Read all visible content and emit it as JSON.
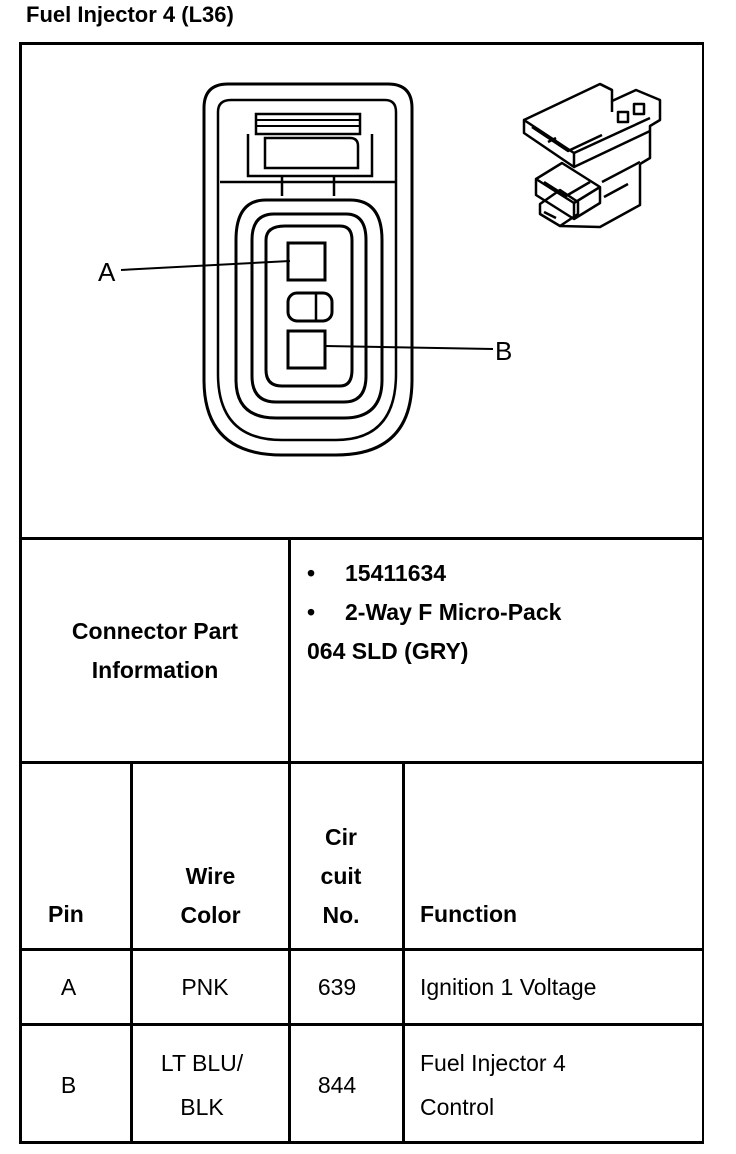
{
  "title": "Fuel Injector 4 (L36)",
  "diagram": {
    "pin_label_a": "A",
    "pin_label_b": "B"
  },
  "connector_info": {
    "label_line1": "Connector Part",
    "label_line2": "Information",
    "part_number": "15411634",
    "description": "2-Way F Micro-Pack",
    "terminal_info": "064 SLD (GRY)"
  },
  "table": {
    "headers": {
      "pin": "Pin",
      "wire_color_line1": "Wire",
      "wire_color_line2": "Color",
      "circuit_line1": "Cir",
      "circuit_line2": "cuit",
      "circuit_line3": "No.",
      "function": "Function"
    },
    "rows": [
      {
        "pin": "A",
        "wire_line1": "PNK",
        "wire_line2": "",
        "circuit": "639",
        "function_line1": "Ignition 1 Voltage",
        "function_line2": ""
      },
      {
        "pin": "B",
        "wire_line1": "LT BLU/",
        "wire_line2": "BLK",
        "circuit": "844",
        "function_line1": "Fuel Injector 4",
        "function_line2": "Control"
      }
    ]
  }
}
